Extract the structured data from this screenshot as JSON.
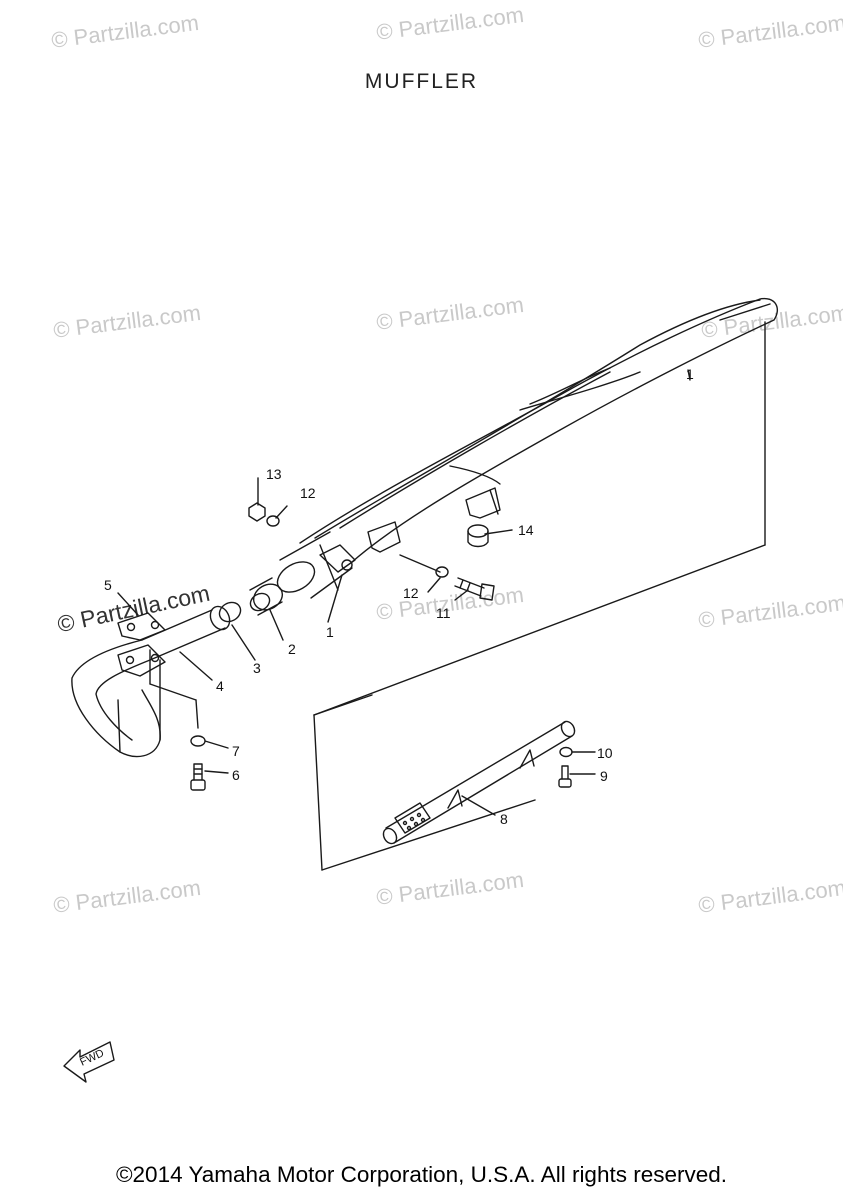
{
  "title": "MUFFLER",
  "watermark": "© Partzilla.com",
  "watermark_prominent": "© Partzilla.com",
  "fwd_label": "FWD",
  "copyright": "©2014 Yamaha Motor Corporation, U.S.A. All rights reserved.",
  "callouts": {
    "p1": "1",
    "p1b": "1",
    "p2": "2",
    "p3": "3",
    "p4": "4",
    "p5": "5",
    "p6": "6",
    "p7": "7",
    "p8": "8",
    "p9": "9",
    "p10": "10",
    "p11": "11",
    "p12a": "12",
    "p12b": "12",
    "p13": "13",
    "p14": "14"
  },
  "colors": {
    "line": "#1a1a1a",
    "watermark": "#c9c9c9",
    "background": "#ffffff"
  }
}
